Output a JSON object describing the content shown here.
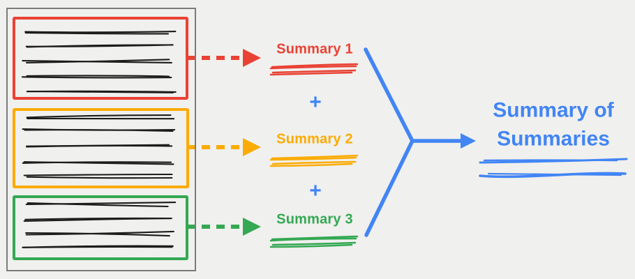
{
  "colors": {
    "red": "#e94234",
    "orange": "#fbab04",
    "green": "#34a853",
    "blue": "#4285f4",
    "ink": "#1c1c1c",
    "frame": "#7b7b7b",
    "background": "#f0f0ee"
  },
  "document": {
    "sections": [
      {
        "color": "red",
        "text_lines": 5
      },
      {
        "color": "orange",
        "text_lines": 5
      },
      {
        "color": "green",
        "text_lines": 4
      }
    ]
  },
  "summaries": [
    {
      "label": "Summary 1",
      "color": "red"
    },
    {
      "label": "Summary 2",
      "color": "orange"
    },
    {
      "label": "Summary 3",
      "color": "green"
    }
  ],
  "plus": "+",
  "result": {
    "label": "Summary of Summaries",
    "color": "blue"
  }
}
